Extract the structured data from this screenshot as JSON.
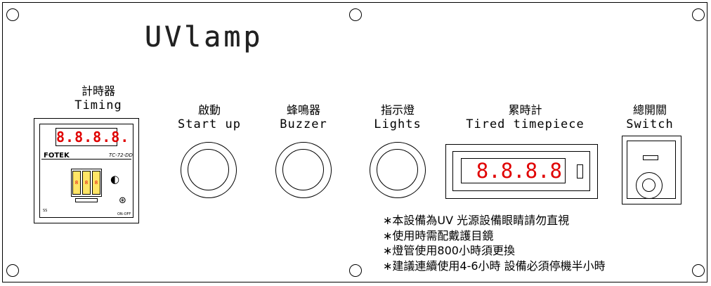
{
  "title": "UVlamp",
  "timer": {
    "label_zh": "計時器",
    "label_en": "Timing",
    "display": "8.8.8.8.",
    "brand": "FOTEK",
    "model": "TC-72-DD",
    "dial_digits": [
      "8",
      "8",
      "8"
    ],
    "left_mark": "SS",
    "right_mark": "ON-OFF"
  },
  "start": {
    "label_zh": "啟動",
    "label_en": "Start up"
  },
  "buzzer": {
    "label_zh": "蜂鳴器",
    "label_en": "Buzzer"
  },
  "lights": {
    "label_zh": "指示燈",
    "label_en": "Lights"
  },
  "hour_meter": {
    "label_zh": "累時計",
    "label_en": "Tired timepiece",
    "display": "8.8.8.8"
  },
  "switch": {
    "label_zh": "總開關",
    "label_en": "Switch"
  },
  "notes": [
    "∗本設備為UV 光源設備眼睛請勿直視",
    "∗使用時需配戴護目鏡",
    "∗燈管使用800小時須更換",
    "∗建議連續使用4-6小時 設備必須停機半小時"
  ],
  "colors": {
    "display_digits": "#e00000",
    "line": "#000000"
  }
}
